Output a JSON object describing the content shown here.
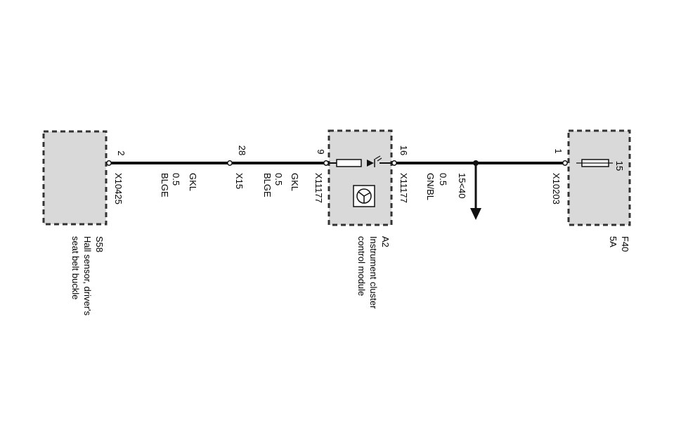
{
  "colors": {
    "component_fill": "#d9d9d9",
    "outline": "#333333",
    "wire": "#111111",
    "background": "#ffffff"
  },
  "components": {
    "s58": {
      "id": "S58",
      "name_line1": "Hall sensor, driver's",
      "name_line2": "seat belt buckle"
    },
    "a2": {
      "id": "A2",
      "name_line1": "Instrument cluster",
      "name_line2": "control module",
      "icon": "gauge-symbol-icon"
    },
    "f40": {
      "id": "F40",
      "rating": "5A",
      "icon": "fuse-icon"
    }
  },
  "connections": [
    {
      "pin": "2",
      "connector": "X10425",
      "size": "0.5",
      "color": "BLGE",
      "wire_code": "GKL"
    },
    {
      "pin": "28",
      "connector": "X15",
      "size": "0.5",
      "color": "BLGE",
      "wire_code": "GKL"
    },
    {
      "pin": "9",
      "connector": "X11177"
    },
    {
      "pin": "16",
      "connector": "X11177",
      "size": "0.5",
      "color": "GN/BL"
    },
    {
      "pin": "1",
      "connector": "X10203"
    }
  ],
  "fuse_pin": "15",
  "branch": {
    "label": "15<40",
    "icon": "arrow-down-icon"
  }
}
